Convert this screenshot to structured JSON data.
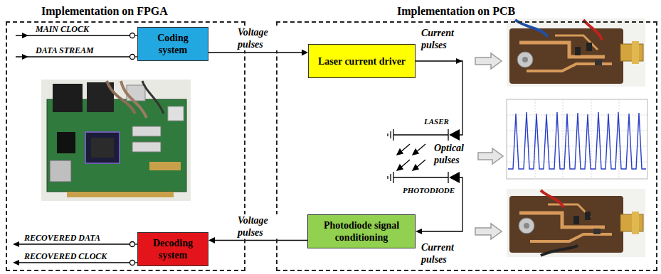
{
  "diagram": {
    "nodes": [
      {
        "text": [
          "Implementation on FPGA"
        ]
      },
      {
        "text": [
          "Coding system"
        ],
        "in": 0
      },
      {
        "text": [
          "Decoding system"
        ],
        "in": 0
      },
      {
        "text": [
          "Implementation on PCB"
        ]
      },
      {
        "text": [
          "Laser current driver"
        ],
        "in": 3
      },
      {
        "text": [
          "Photodiode signal conditioning"
        ],
        "in": 3
      }
    ],
    "edges": [
      {
        "from": 1,
        "to": 4,
        "arrow": "to",
        "label": "Voltage pulses"
      },
      {
        "from": 5,
        "to": 2,
        "arrow": "to",
        "label": "Voltage pulses"
      }
    ],
    "labels": [
      "MAIN CLOCK",
      "DATA STREAM",
      "RECOVERED DATA",
      "RECOVERED CLOCK",
      "Current pulses",
      "LASER",
      "Optical pulses",
      "PHOTODIODE",
      "Current pulses"
    ]
  }
}
